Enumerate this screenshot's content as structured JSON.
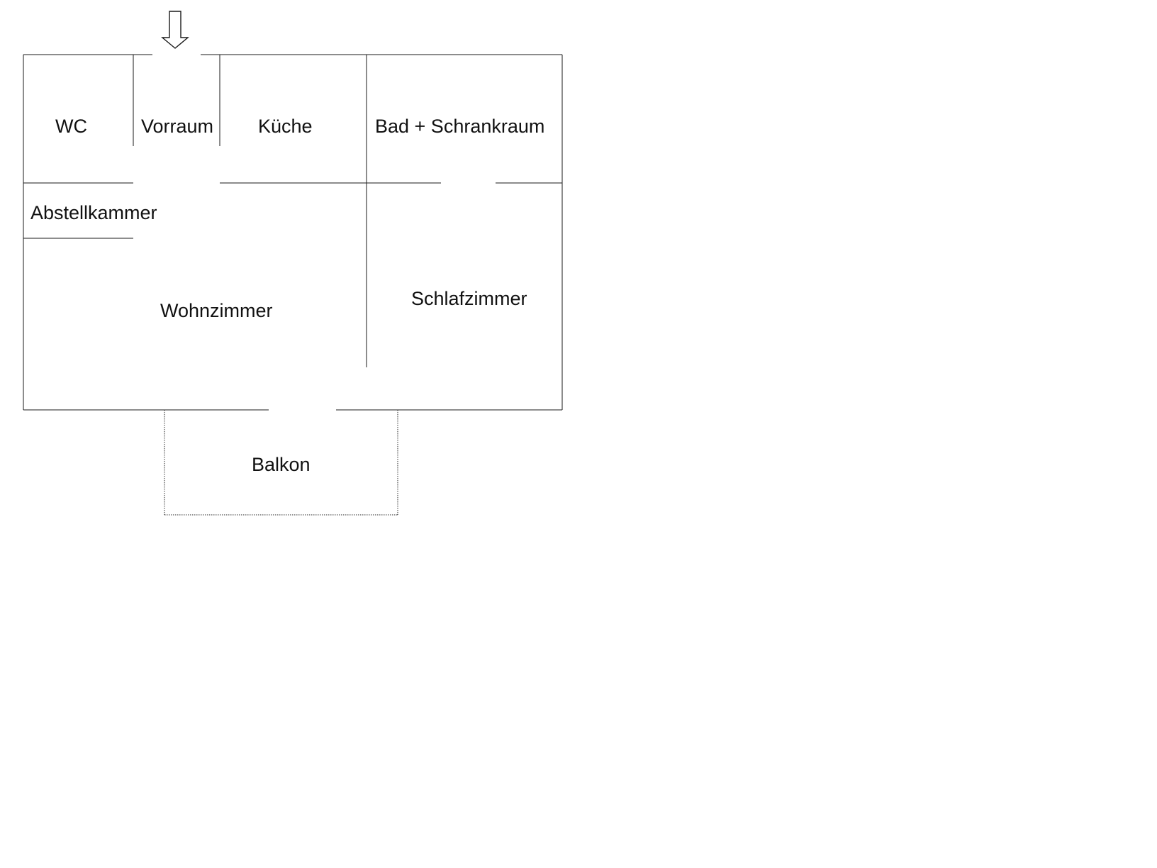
{
  "floorplan": {
    "rooms": [
      {
        "id": "wc",
        "label": "WC"
      },
      {
        "id": "vorraum",
        "label": "Vorraum"
      },
      {
        "id": "kueche",
        "label": "Küche"
      },
      {
        "id": "bad",
        "label": "Bad + Schrankraum"
      },
      {
        "id": "abstellkammer",
        "label": "Abstellkammer"
      },
      {
        "id": "wohnzimmer",
        "label": "Wohnzimmer"
      },
      {
        "id": "schlafzimmer",
        "label": "Schlafzimmer"
      },
      {
        "id": "balkon",
        "label": "Balkon"
      }
    ],
    "entrance_icon": "down-arrow-icon",
    "colors": {
      "wall": "#1a1a1a",
      "background": "#ffffff",
      "text": "#111111"
    }
  }
}
